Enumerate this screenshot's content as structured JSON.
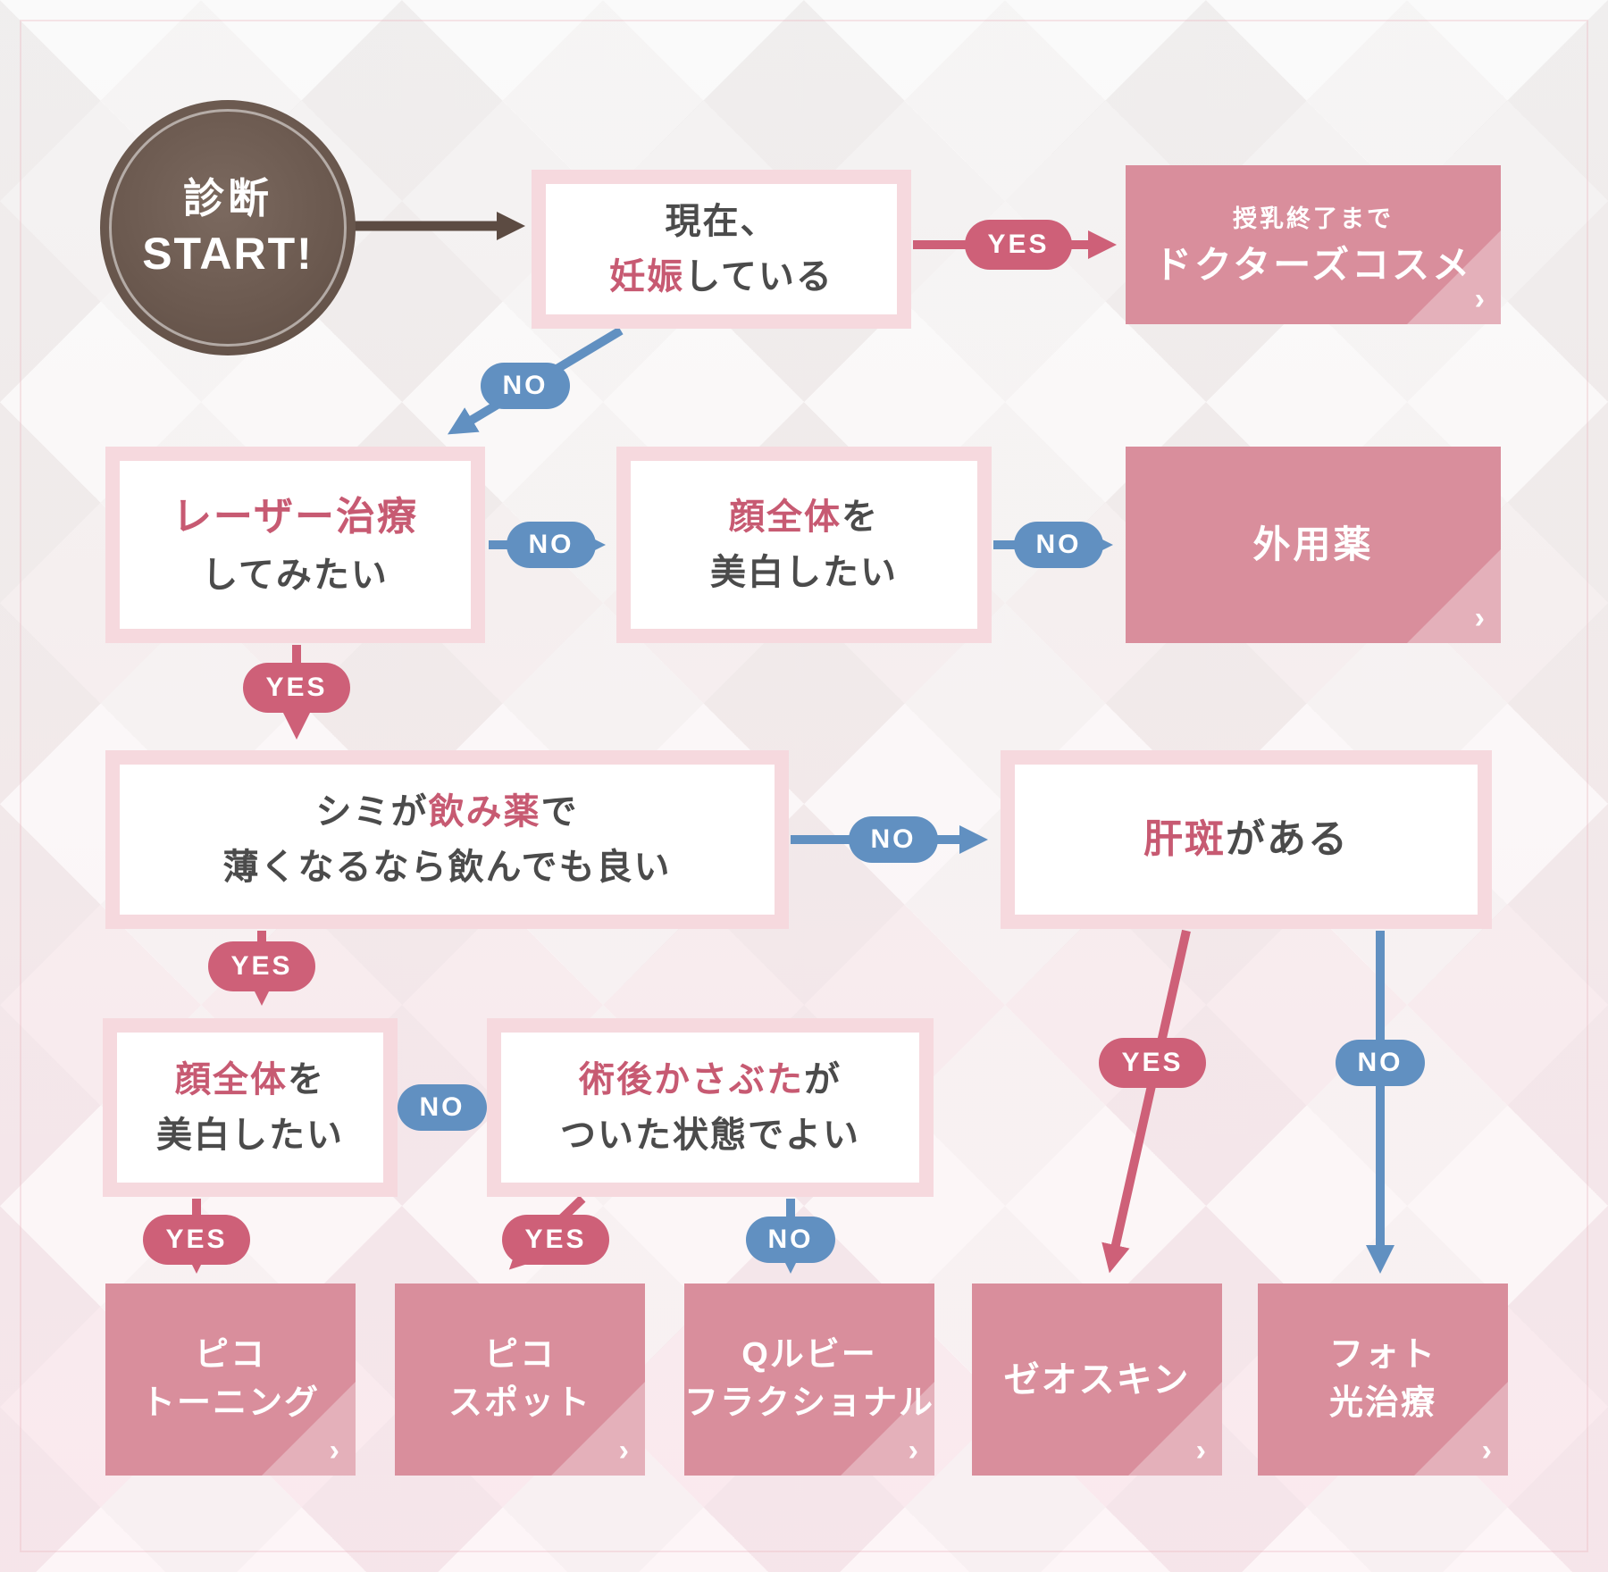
{
  "labels": {
    "yes": "YES",
    "no": "NO",
    "chevron": "›"
  },
  "colors": {
    "result_pink": "#d98e9c",
    "badge_yes": "#ce6078",
    "badge_no": "#6190c1",
    "accent_text": "#c75a72",
    "start_brown": "#6b594f",
    "box_border": "#f6d9de"
  },
  "start": {
    "title": "診断",
    "subtitle": "START!"
  },
  "questions": {
    "q1": {
      "lines": [
        [
          {
            "text": "現在、",
            "accent": false
          }
        ],
        [
          {
            "text": "妊娠",
            "accent": true
          },
          {
            "text": "している",
            "accent": false
          }
        ]
      ]
    },
    "q2": {
      "lines": [
        [
          {
            "text": "レーザー治療",
            "accent": true
          }
        ],
        [
          {
            "text": "してみたい",
            "accent": false
          }
        ]
      ]
    },
    "q3": {
      "lines": [
        [
          {
            "text": "顔全体",
            "accent": true
          },
          {
            "text": "を",
            "accent": false
          }
        ],
        [
          {
            "text": "美白したい",
            "accent": false
          }
        ]
      ]
    },
    "q4": {
      "lines": [
        [
          {
            "text": "シミが",
            "accent": false
          },
          {
            "text": "飲み薬",
            "accent": true
          },
          {
            "text": "で",
            "accent": false
          }
        ],
        [
          {
            "text": "薄くなるなら飲んでも良い",
            "accent": false
          }
        ]
      ]
    },
    "q5": {
      "lines": [
        [
          {
            "text": "肝斑",
            "accent": true
          },
          {
            "text": "がある",
            "accent": false
          }
        ]
      ]
    },
    "q6": {
      "lines": [
        [
          {
            "text": "顔全体",
            "accent": true
          },
          {
            "text": "を",
            "accent": false
          }
        ],
        [
          {
            "text": "美白したい",
            "accent": false
          }
        ]
      ]
    },
    "q7": {
      "lines": [
        [
          {
            "text": "術後かさぶた",
            "accent": true
          },
          {
            "text": "が",
            "accent": false
          }
        ],
        [
          {
            "text": "ついた状態でよい",
            "accent": false
          }
        ]
      ]
    }
  },
  "results": {
    "doctors_cosme": {
      "note": "授乳終了まで",
      "title": "ドクターズコスメ"
    },
    "topical": {
      "title": "外用薬"
    },
    "pico_toning": {
      "line1": "ピコ",
      "line2": "トーニング"
    },
    "pico_spot": {
      "line1": "ピコ",
      "line2": "スポット"
    },
    "q_ruby": {
      "line1": "Qルビー",
      "line2": "フラクショナル"
    },
    "zo_skin": {
      "title": "ゼオスキン"
    },
    "photo_light": {
      "line1": "フォト",
      "line2": "光治療"
    }
  }
}
